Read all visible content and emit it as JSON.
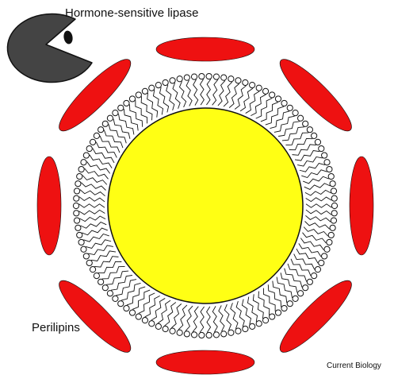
{
  "labels": {
    "enzyme": "Hormone-sensitive lipase",
    "coat_protein": "Perilipins",
    "credit": "Current Biology"
  },
  "colors": {
    "perilipin": "#ee1111",
    "lipid_core": "#ffff14",
    "lipase": "#444444",
    "outline": "#111111",
    "background": "#ffffff"
  },
  "structures": {
    "perilipin_count": 8,
    "phospholipid_count": 110
  }
}
